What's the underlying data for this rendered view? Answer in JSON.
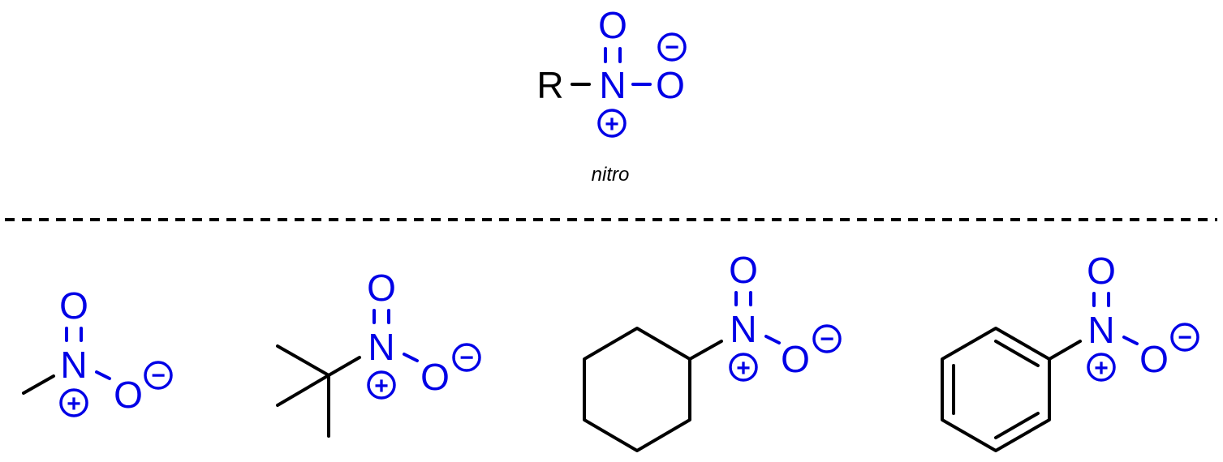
{
  "colors": {
    "heteroatom": "#0000e6",
    "bond": "#000000",
    "text": "#000000",
    "background": "#ffffff"
  },
  "general": {
    "r_label": "R",
    "n_label": "N",
    "o_top_label": "O",
    "o_right_label": "O",
    "plus": "+",
    "minus": "−",
    "caption": "nitro"
  },
  "examples": [
    {
      "n": "N",
      "o_top": "O",
      "o_right": "O",
      "plus": "+",
      "minus": "−"
    },
    {
      "n": "N",
      "o_top": "O",
      "o_right": "O",
      "plus": "+",
      "minus": "−"
    },
    {
      "n": "N",
      "o_top": "O",
      "o_right": "O",
      "plus": "+",
      "minus": "−"
    },
    {
      "n": "N",
      "o_top": "O",
      "o_right": "O",
      "plus": "+",
      "minus": "−"
    }
  ]
}
